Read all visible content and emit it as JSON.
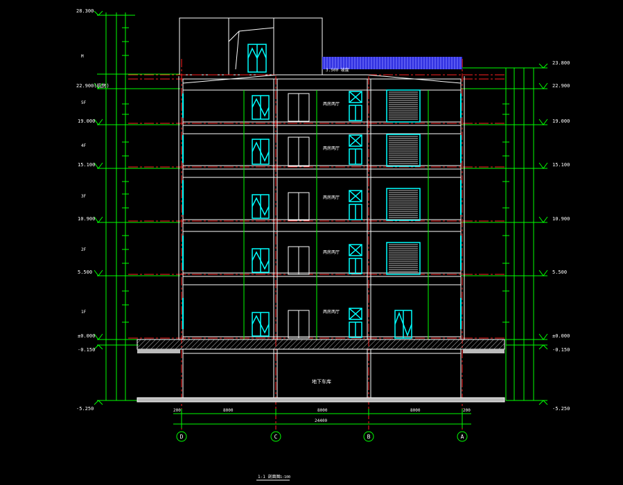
{
  "colors": {
    "bg": "#000000",
    "wall": "#ffffff",
    "dim": "#00ff00",
    "axis": "#ff2020",
    "window": "#00ffff",
    "hatch": "#c8c8c8",
    "roof_tiles": "#4040ff",
    "text": "#ffffff"
  },
  "left_levels": {
    "top": "28.300",
    "roof": "22.900(机房)",
    "f5": "19.000",
    "f4": "15.100",
    "f3": "10.900",
    "f2": "5.500",
    "ground": "±0.000",
    "outdoor": "-0.150",
    "basement": "-5.250"
  },
  "right_levels": {
    "top": "23.800",
    "roof": "22.900",
    "f5": "19.000",
    "f4": "15.100",
    "f3": "10.900",
    "f2": "5.500",
    "ground": "±0.000",
    "outdoor": "-0.150",
    "basement": "-5.250"
  },
  "floor_tags": {
    "machine": "M",
    "f5": "5F",
    "f4": "4F",
    "f3": "3F",
    "f2": "2F",
    "f1": "1F"
  },
  "room_labels": {
    "r5": "两房两厅",
    "r4": "两房两厅",
    "r3": "两房两厅",
    "r2": "两房两厅",
    "r1": "两房两厅",
    "basement": "地下车库"
  },
  "roof_note": "3.500 坡度",
  "axes": {
    "d": "D",
    "c": "C",
    "b": "B",
    "a": "A"
  },
  "bottom_dims": {
    "seg1": "8000",
    "seg2": "8000",
    "seg3": "8000",
    "end_left": "200",
    "end_right": "200",
    "total": "24400"
  },
  "caption": {
    "title": "1-1 剖面图",
    "scale": "1:100"
  }
}
